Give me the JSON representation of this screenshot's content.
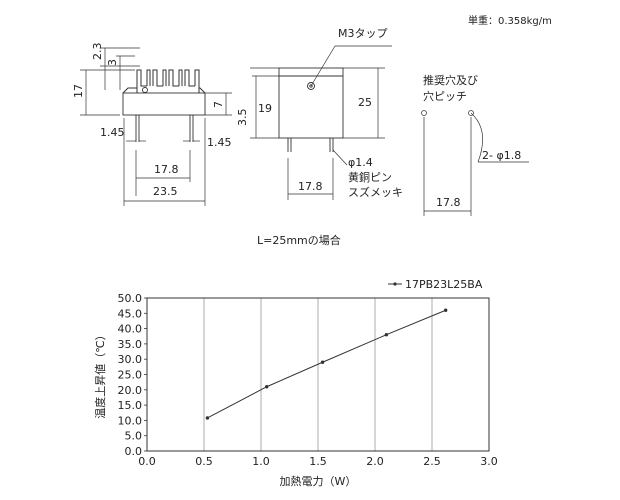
{
  "drawing": {
    "weight_label": "単重：0.358kg/m",
    "tap_label": "M3タップ",
    "recommended_pitch_line1": "推奨穴及び",
    "recommended_pitch_line2": "穴ピッチ",
    "pin_spec_line1": "φ1.4",
    "pin_spec_line2": "黄銅ピン",
    "pin_spec_line3": "スズメッキ",
    "hole_spec": "2- φ1.8",
    "caption": "L=25mmの場合",
    "dims": {
      "d_2_3": "2.3",
      "d_3": "3",
      "d_17": "17",
      "d_7": "7",
      "d_3_5": "3.5",
      "d_19": "19",
      "d_1_45_left": "1.45",
      "d_1_45_right": "1.45",
      "d_17_8_front": "17.8",
      "d_23_5": "23.5",
      "d_25": "25",
      "d_17_8_side": "17.8",
      "d_17_8_holes": "17.8"
    }
  },
  "chart_data": {
    "type": "line",
    "title": "",
    "xlabel": "加熱電力（W）",
    "ylabel": "温度上昇値（℃）",
    "xlim": [
      0.0,
      3.0
    ],
    "ylim": [
      0.0,
      50.0
    ],
    "xticks": [
      "0.0",
      "0.5",
      "1.0",
      "1.5",
      "2.0",
      "2.5",
      "3.0"
    ],
    "yticks": [
      "0.0",
      "5.0",
      "10.0",
      "15.0",
      "20.0",
      "25.0",
      "30.0",
      "35.0",
      "40.0",
      "45.0",
      "50.0"
    ],
    "grid": "vertical",
    "legend_position": "top-right",
    "series": [
      {
        "name": "17PB23L25BA",
        "color": "#333333",
        "x": [
          0.53,
          1.05,
          1.54,
          2.1,
          2.62
        ],
        "y": [
          10.8,
          21.0,
          29.0,
          38.0,
          46.0
        ]
      }
    ]
  }
}
